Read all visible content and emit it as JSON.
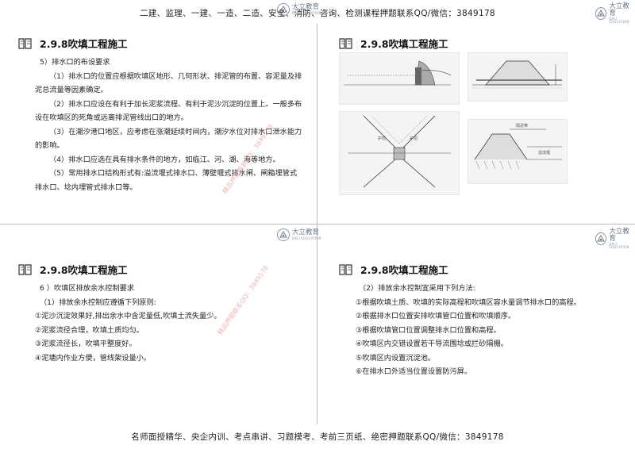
{
  "banner_top": "二建、监理、一建、一造、二造、安全、消防、咨询、检测课程押题联系QQ/微信：3849178",
  "banner_bottom": "名师面授精华、央企内训、考点串讲、习题模考、考前三页纸、绝密押题联系QQ/微信：3849178",
  "brand": {
    "name_cn": "大立教育",
    "name_en": "DALI EDUCATION"
  },
  "watermark": "精品押题联系QQ：3849178",
  "slides": {
    "top_left": {
      "title": "2.9.8吹填工程施工",
      "heading": "5）排水口的布设要求",
      "paragraphs": [
        "（1）排水口的位置应根据吹填区地形、几何形状、排泥管的布置、容泥量及排泥总流量等因素确定。",
        "（2）排水口应设在有利于加长泥浆流程、有利于泥沙沉淀的位置上。一般多布设在吹填区的死角或远离排泥管线出口的地方。",
        "（3）在潮汐港口地区，应考虑在涨潮延续时间内，潮汐水位对排水口泄水能力的影响。",
        "（4）排水口应选在具有排水条件的地方，如临江、河、湖、海等地方。",
        "（5）常用排水口结构形式有:溢流堰式排水口、薄壁堰式排水闸、闸箱埋管式排水口、埝内埋管式排水口等。"
      ]
    },
    "top_right": {
      "title": "2.9.8吹填工程施工",
      "figure_labels": [
        "护坦",
        "护坦",
        "隔泥带",
        "溢流堰"
      ]
    },
    "bottom_left": {
      "title": "2.9.8吹填工程施工",
      "heading": "6 ）吹填区排放余水控制要求",
      "items": [
        "（1）排放余水控制应遵循下列原则:",
        "①泥沙沉淀效果好,排出余水中含泥量低,吹填土流失量少。",
        "②泥浆流径合理，吹填土质均匀。",
        "③泥浆流径长，吹填平整度好。",
        "④泥塘内作业方便，管线架设量小。"
      ]
    },
    "bottom_right": {
      "title": "2.9.8吹填工程施工",
      "heading": "（2）排放余水控制宜采用下列方法:",
      "items": [
        "①根据吹填土质、吹填的实际高程和吹填区容水量调节排水口的高程。",
        "②根据排水口位置安排吹填管口位置和吹填顺序。",
        "③根据吹填管口位置调整排水口位置和高程。",
        "④吹填区内交错设置若干导流围埝或拦砂隔栅。",
        "⑤吹填区内设置沉淀池。",
        "⑥在排水口外适当位置设置防污屏。"
      ]
    }
  }
}
